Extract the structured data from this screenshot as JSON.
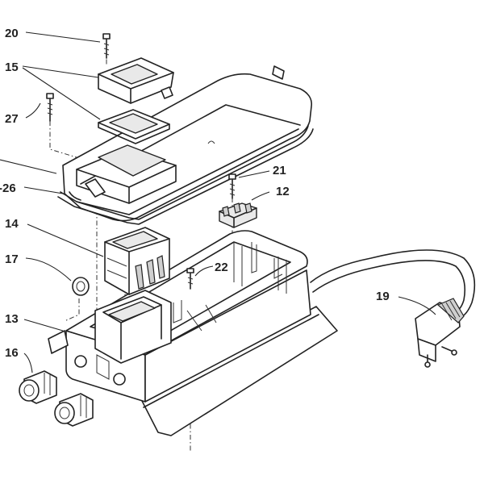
{
  "callouts": [
    {
      "id": "c20",
      "text": "20"
    },
    {
      "id": "c15",
      "text": "15"
    },
    {
      "id": "c27",
      "text": "27"
    },
    {
      "id": "c26",
      "text": "-26"
    },
    {
      "id": "c21",
      "text": "21"
    },
    {
      "id": "c12",
      "text": "12"
    },
    {
      "id": "c14",
      "text": "14"
    },
    {
      "id": "c17",
      "text": "17"
    },
    {
      "id": "c22",
      "text": "22"
    },
    {
      "id": "c19",
      "text": "19"
    },
    {
      "id": "c13",
      "text": "13"
    },
    {
      "id": "c16",
      "text": "16"
    }
  ]
}
